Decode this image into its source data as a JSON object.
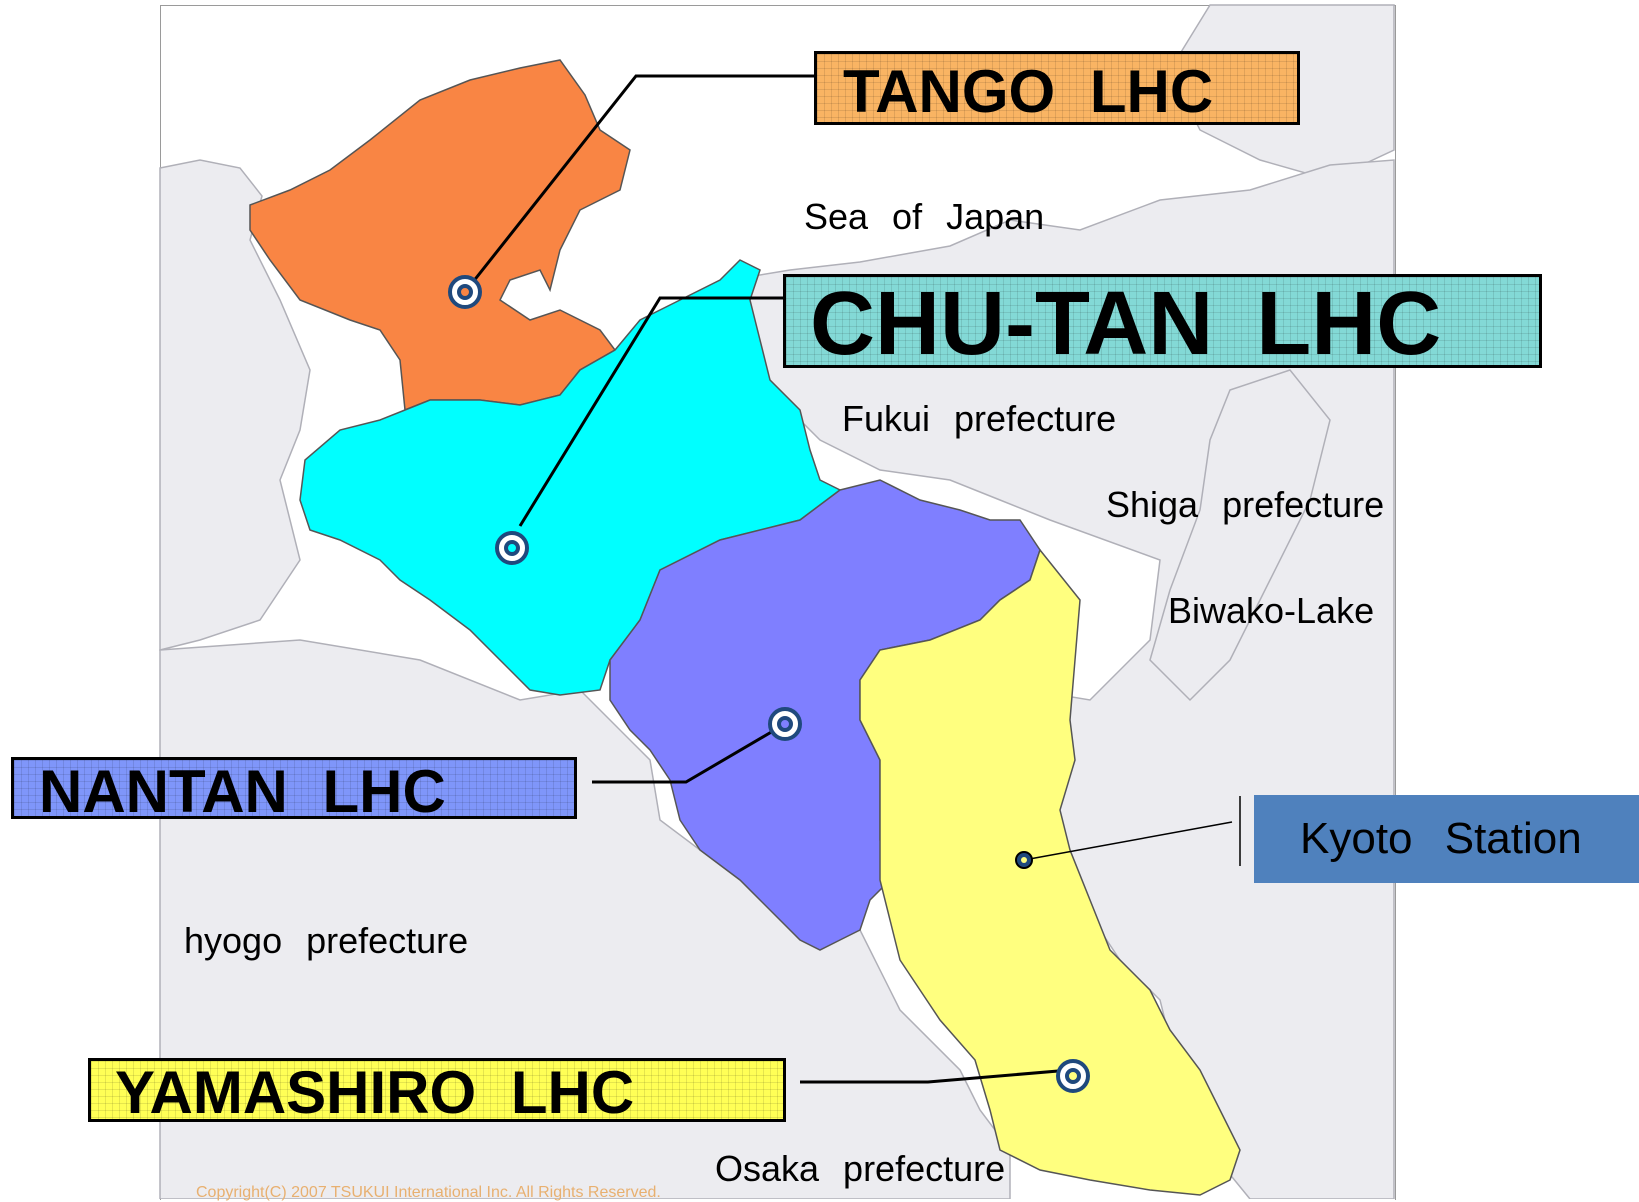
{
  "regions": [
    {
      "id": "tango",
      "label": "TANGO LHC",
      "color": "#f98544",
      "label_bg": "#f9b463"
    },
    {
      "id": "chutan",
      "label": "CHU-TAN  LHC",
      "color": "#00ffff",
      "label_bg": "#83d9d6"
    },
    {
      "id": "nantan",
      "label": "NANTAN  LHC",
      "color": "#7f7fff",
      "label_bg": "#7f96fa"
    },
    {
      "id": "yamashiro",
      "label": "YAMASHIRO  LHC",
      "color": "#ffff7f",
      "label_bg": "#ffff56"
    }
  ],
  "places": {
    "sea": "Sea of Japan",
    "fukui": "Fukui  prefecture",
    "shiga": "Shiga  prefecture",
    "biwako": "Biwako-Lake",
    "hyogo": "hyogo  prefecture",
    "osaka": "Osaka  prefecture"
  },
  "station": {
    "label": "Kyoto  Station",
    "color": "#4f81bd"
  },
  "copyright": "Copyright(C) 2007 TSUKUI International Inc. All Rights Reserved.",
  "colors": {
    "land_gray": "#ececf0",
    "frame": "#9a9a9a",
    "marker": "#1f497d"
  }
}
